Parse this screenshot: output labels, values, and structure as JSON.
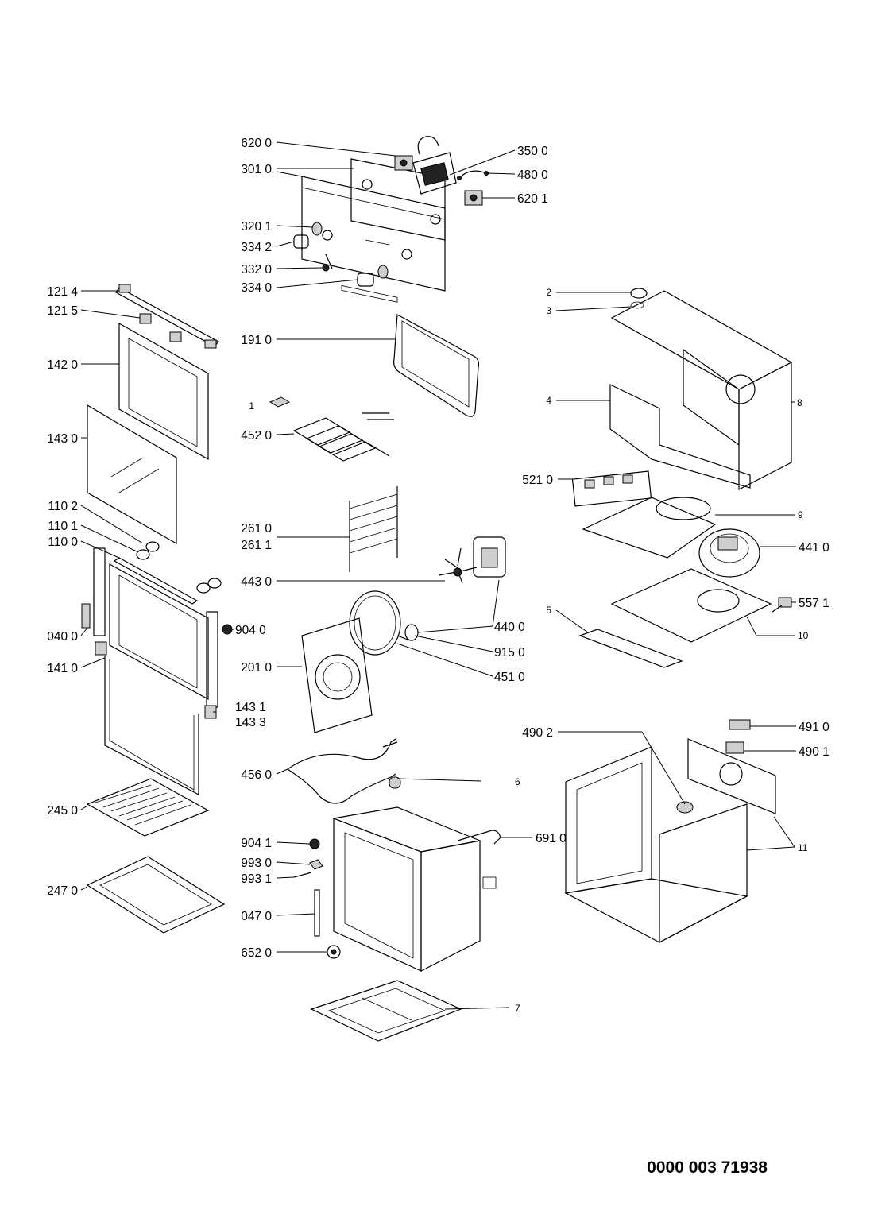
{
  "labels": {
    "l6200": "620 0",
    "l3010": "301 0",
    "l3201": "320 1",
    "l3342": "334 2",
    "l3320": "332 0",
    "l3340": "334 0",
    "l3500": "350 0",
    "l4800": "480 0",
    "l6201": "620 1",
    "l1214": "121 4",
    "l1215": "121 5",
    "l1420": "142 0",
    "l1430": "143 0",
    "l1102": "110 2",
    "l1101": "110 1",
    "l1100": "110 0",
    "l0400": "040 0",
    "l1410": "141 0",
    "l1910": "191 0",
    "l1": "1",
    "l4520": "452 0",
    "l2610": "261 0",
    "l2611": "261 1",
    "l4430": "443 0",
    "l9040": "904 0",
    "l2010": "201 0",
    "l1431": "143 1",
    "l1433": "143 3",
    "l4400": "440 0",
    "l9150": "915 0",
    "l4510": "451 0",
    "l2450": "245 0",
    "l4560": "456 0",
    "l6": "6",
    "l6910": "691 0",
    "l9041": "904 1",
    "l9930": "993 0",
    "l9931": "993 1",
    "l2470": "247 0",
    "l0470": "047 0",
    "l6520": "652 0",
    "l7": "7",
    "l2": "2",
    "l3": "3",
    "l4": "4",
    "l8": "8",
    "l5210": "521 0",
    "l9": "9",
    "l4410": "441 0",
    "l5": "5",
    "l5571": "557 1",
    "l10": "10",
    "l4902": "490 2",
    "l4910": "491 0",
    "l4901": "490 1",
    "l11": "11"
  },
  "footer": {
    "code": "0000 003 71938"
  }
}
